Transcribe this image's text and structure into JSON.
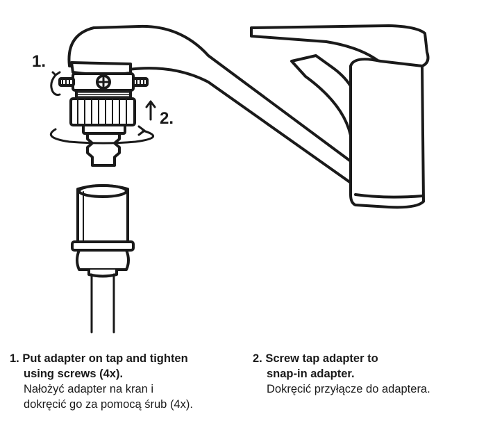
{
  "figure": {
    "label_step1": "1.",
    "label_step2": "2."
  },
  "instructions": [
    {
      "number": "1.",
      "en_line1": "Put adapter on tap and tighten",
      "en_line2": "using screws (4x).",
      "pl_line1": "Nałożyć adapter na kran i",
      "pl_line2": "dokręcić go za pomocą śrub (4x)."
    },
    {
      "number": "2.",
      "en_line1": "Screw tap adapter to",
      "en_line2": "snap-in adapter.",
      "pl_line1": "Dokręcić przyłącze do adaptera.",
      "pl_line2": ""
    }
  ]
}
